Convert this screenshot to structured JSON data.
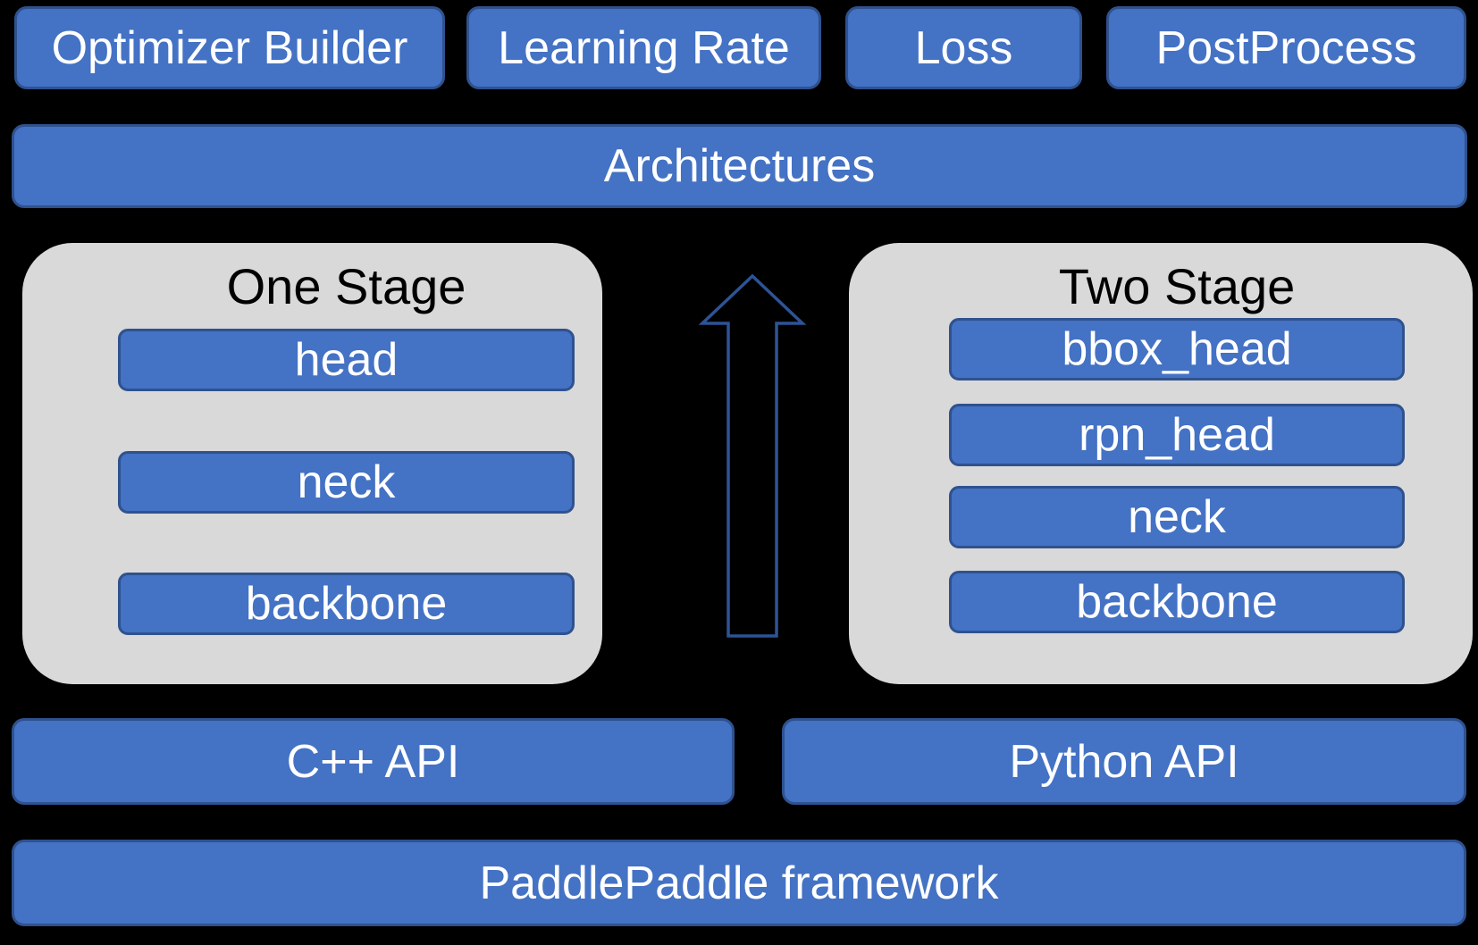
{
  "colors": {
    "background": "#000000",
    "box-fill": "#4472C4",
    "box-border": "#2F528F",
    "panel-fill": "#D9D9D9",
    "arrow-stroke": "#2E5395",
    "text-light": "#FFFFFF",
    "text-dark": "#000000"
  },
  "top_row": [
    {
      "label": "Optimizer Builder"
    },
    {
      "label": "Learning Rate"
    },
    {
      "label": "Loss"
    },
    {
      "label": "PostProcess"
    }
  ],
  "architectures": {
    "label": "Architectures"
  },
  "panels": [
    {
      "title": "One Stage",
      "boxes": [
        "head",
        "neck",
        "backbone"
      ]
    },
    {
      "title": "Two Stage",
      "boxes": [
        "bbox_head",
        "rpn_head",
        "neck",
        "backbone"
      ]
    }
  ],
  "arrow": {
    "name": "up-arrow"
  },
  "api_row": [
    {
      "label": "C++ API"
    },
    {
      "label": "Python API"
    }
  ],
  "framework": {
    "label": "PaddlePaddle framework"
  }
}
